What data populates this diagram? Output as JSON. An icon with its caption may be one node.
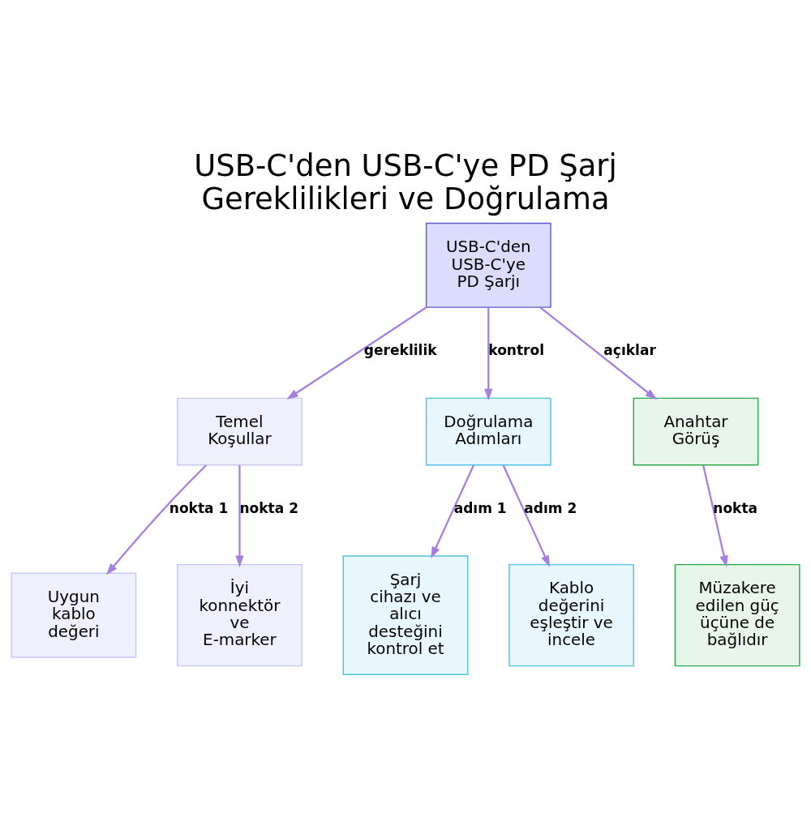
{
  "diagram": {
    "title": "USB-C'den USB-C'ye PD Şarj Gereklilikleri ve Doğrulama",
    "nodes": [
      {
        "text": [
          "USB-C'den USB-C'ye PD Şarjı"
        ]
      },
      {
        "text": [
          "Temel Koşullar"
        ]
      },
      {
        "text": [
          "Doğrulama Adımları"
        ]
      },
      {
        "text": [
          "Anahtar Görüş"
        ]
      },
      {
        "text": [
          "Uygun kablo değeri"
        ]
      },
      {
        "text": [
          "İyi konnektör ve E-marker"
        ]
      },
      {
        "text": [
          "Şarj cihazı ve alıcı desteğini kontrol et"
        ]
      },
      {
        "text": [
          "Kablo değerini eşleştir ve incele"
        ]
      },
      {
        "text": [
          "Müzakere edilen güç üçüne de bağlıdır"
        ]
      }
    ],
    "edges": [
      {
        "from": 0,
        "to": 1,
        "arrow": "to",
        "label": "gereklilik"
      },
      {
        "from": 0,
        "to": 2,
        "arrow": "to",
        "label": "kontrol"
      },
      {
        "from": 0,
        "to": 3,
        "arrow": "to",
        "label": "açıklar"
      },
      {
        "from": 1,
        "to": 4,
        "arrow": "to",
        "label": "nokta 1"
      },
      {
        "from": 1,
        "to": 5,
        "arrow": "to",
        "label": "nokta 2"
      },
      {
        "from": 2,
        "to": 6,
        "arrow": "to",
        "label": "adım 1"
      },
      {
        "from": 2,
        "to": 7,
        "arrow": "to",
        "label": "adım 2"
      },
      {
        "from": 3,
        "to": 8,
        "arrow": "to",
        "label": "nokta"
      }
    ]
  }
}
